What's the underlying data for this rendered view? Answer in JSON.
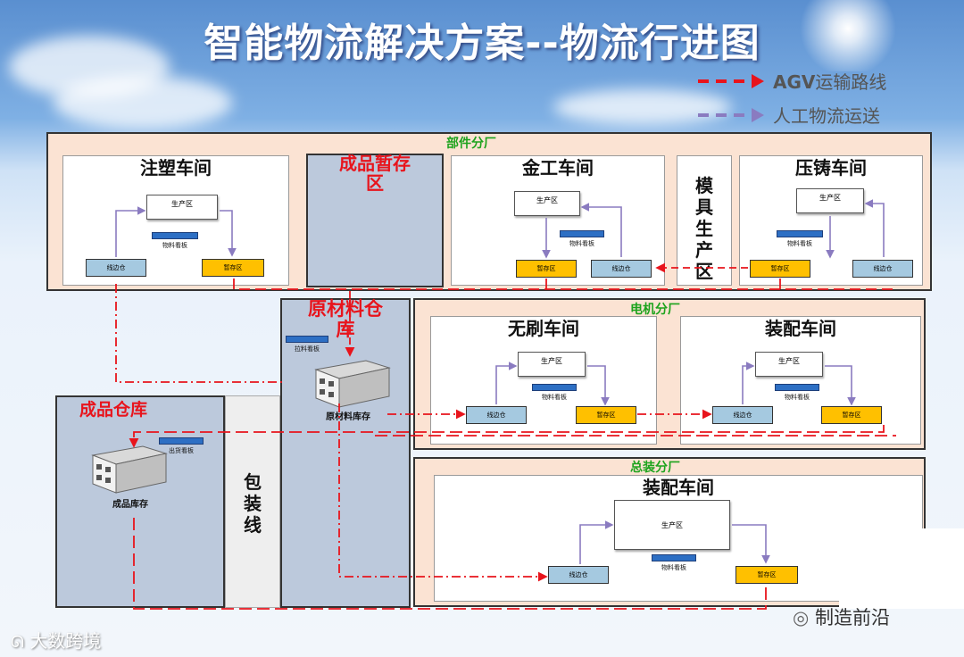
{
  "title": "智能物流解决方案--物流行进图",
  "legend": {
    "agv_prefix": "AGV",
    "agv_suffix": "运输路线",
    "manual": "人工物流运送"
  },
  "factories": {
    "parts": "部件分厂",
    "motor": "电机分厂",
    "assembly": "总装分厂"
  },
  "workshops": {
    "injection": "注塑车间",
    "metal": "金工车间",
    "die_cast": "压铸车间",
    "brushless": "无刷车间",
    "motor_assembly": "装配车间",
    "final_assembly": "装配车间"
  },
  "areas": {
    "finished_temp_line1": "成品暂存",
    "finished_temp_line2": "区",
    "mold": "模具生产区",
    "raw_material_line1": "原材料仓",
    "raw_material_line2": "库",
    "finished_warehouse": "成品仓库",
    "packing_line": "包装线"
  },
  "labels": {
    "production_area": "生产区",
    "line_side": "线边仓",
    "temp_storage": "暂存区",
    "material_board": "物料看板",
    "pull_board": "拉料看板",
    "shipping_board": "出货看板",
    "raw_inventory": "原材料库存",
    "finished_inventory": "成品库存"
  },
  "watermarks": {
    "left": "大数跨境",
    "right": "制造前沿"
  },
  "colors": {
    "agv_route": "#e8141c",
    "manual_route": "#8a7bc0",
    "factory_bg": "#fbe3d3",
    "storage_bg": "#bcc9dc",
    "factory_label": "#1da31d",
    "temp_storage": "#ffc000",
    "line_side": "#a5c9e0"
  }
}
